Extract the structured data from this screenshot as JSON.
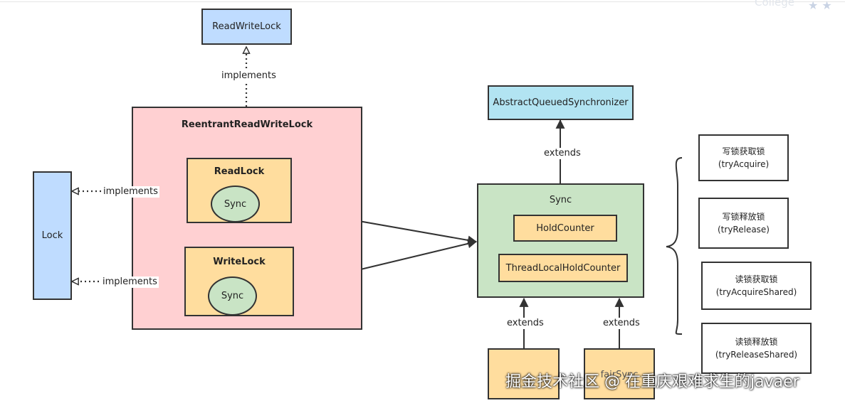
{
  "nodes": {
    "read_write_lock": "ReadWriteLock",
    "reentrant_read_write_lock": "ReentrantReadWriteLock",
    "read_lock": "ReadLock",
    "read_lock_sync": "Sync",
    "write_lock": "WriteLock",
    "write_lock_sync": "Sync",
    "lock": "Lock",
    "aqs": "AbstractQueuedSynchronizer",
    "sync": "Sync",
    "hold_counter": "HoldCounter",
    "thread_local_hold_counter": "ThreadLocalHoldCounter",
    "nonfair_sync_partial": "fairSync"
  },
  "edges": {
    "implements_top": "implements",
    "implements_read": "implements",
    "implements_write": "implements",
    "extends_aqs": "extends",
    "extends_left": "extends",
    "extends_right": "extends"
  },
  "notes": [
    {
      "title": "写锁获取锁",
      "method": "(tryAcquire)"
    },
    {
      "title": "写锁释放锁",
      "method": "(tryRelease)"
    },
    {
      "title": "读锁获取锁",
      "method": "(tryAcquireShared)"
    },
    {
      "title": "读锁释放锁",
      "method": "(tryReleaseShared)"
    }
  ],
  "watermark": "掘金技术社区 @ 在重庆艰难求生的javaer",
  "corner_mark": "College",
  "corner_stars": "★ ★",
  "colors": {
    "interface_blue": "#bfdcff",
    "aqs_cyan": "#b2e4f2",
    "outer_pink": "#ffd0d2",
    "inner_orange": "#ffdd9e",
    "sync_green": "#c9e4c5"
  }
}
